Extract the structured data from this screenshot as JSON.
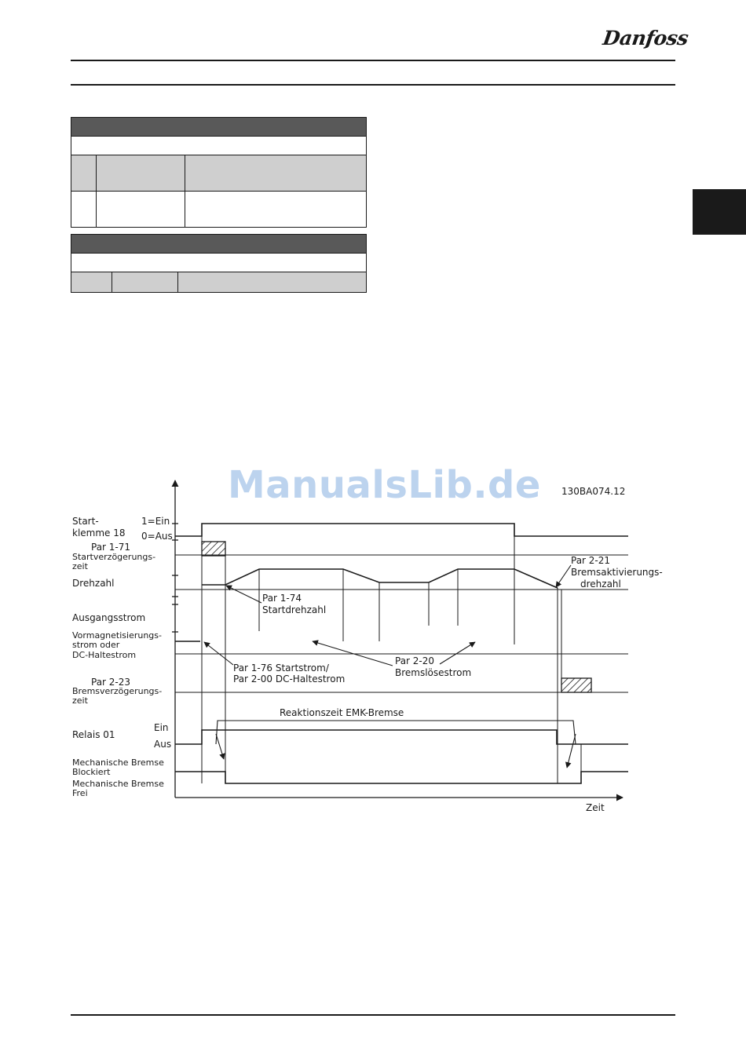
{
  "header": {
    "logo_text": "Danfoss"
  },
  "diagram": {
    "watermark": "ManualsLib.de",
    "figure_id": "130BA074.12",
    "labels": {
      "start_terminal_line1": "Start-",
      "start_terminal_line2": "klemme 18",
      "on_state": "1=Ein",
      "off_state": "0=Aus",
      "par_1_71": "Par 1-71",
      "start_delay_line1": "Startverzögerungs-",
      "start_delay_line2": "zeit",
      "speed": "Drehzahl",
      "output_current": "Ausgangsstrom",
      "premag_line1": "Vormagnetisierungs-",
      "premag_line2": "strom oder",
      "premag_line3": "DC-Haltestrom",
      "par_2_23": "Par 2-23",
      "brake_delay_line1": "Bremsverzögerungs-",
      "brake_delay_line2": "zeit",
      "relay": "Relais 01",
      "relay_on": "Ein",
      "relay_off": "Aus",
      "brake_locked_line1": "Mechanische Bremse",
      "brake_locked_line2": "Blockiert",
      "brake_free_line1": "Mechanische Bremse",
      "brake_free_line2": "Frei",
      "par_1_74_line1": "Par 1-74",
      "par_1_74_line2": "Startdrehzahl",
      "par_1_76_line1": "Par 1-76 Startstrom/",
      "par_1_76_line2": "Par 2-00 DC-Haltestrom",
      "par_2_20_line1": "Par 2-20",
      "par_2_20_line2": "Bremslösestrom",
      "par_2_21_line1": "Par 2-21",
      "par_2_21_line2": "Bremsaktivierungs-",
      "par_2_21_line3": "drehzahl",
      "reaction_time": "Reaktionszeit EMK-Bremse",
      "time_axis": "Zeit"
    }
  }
}
